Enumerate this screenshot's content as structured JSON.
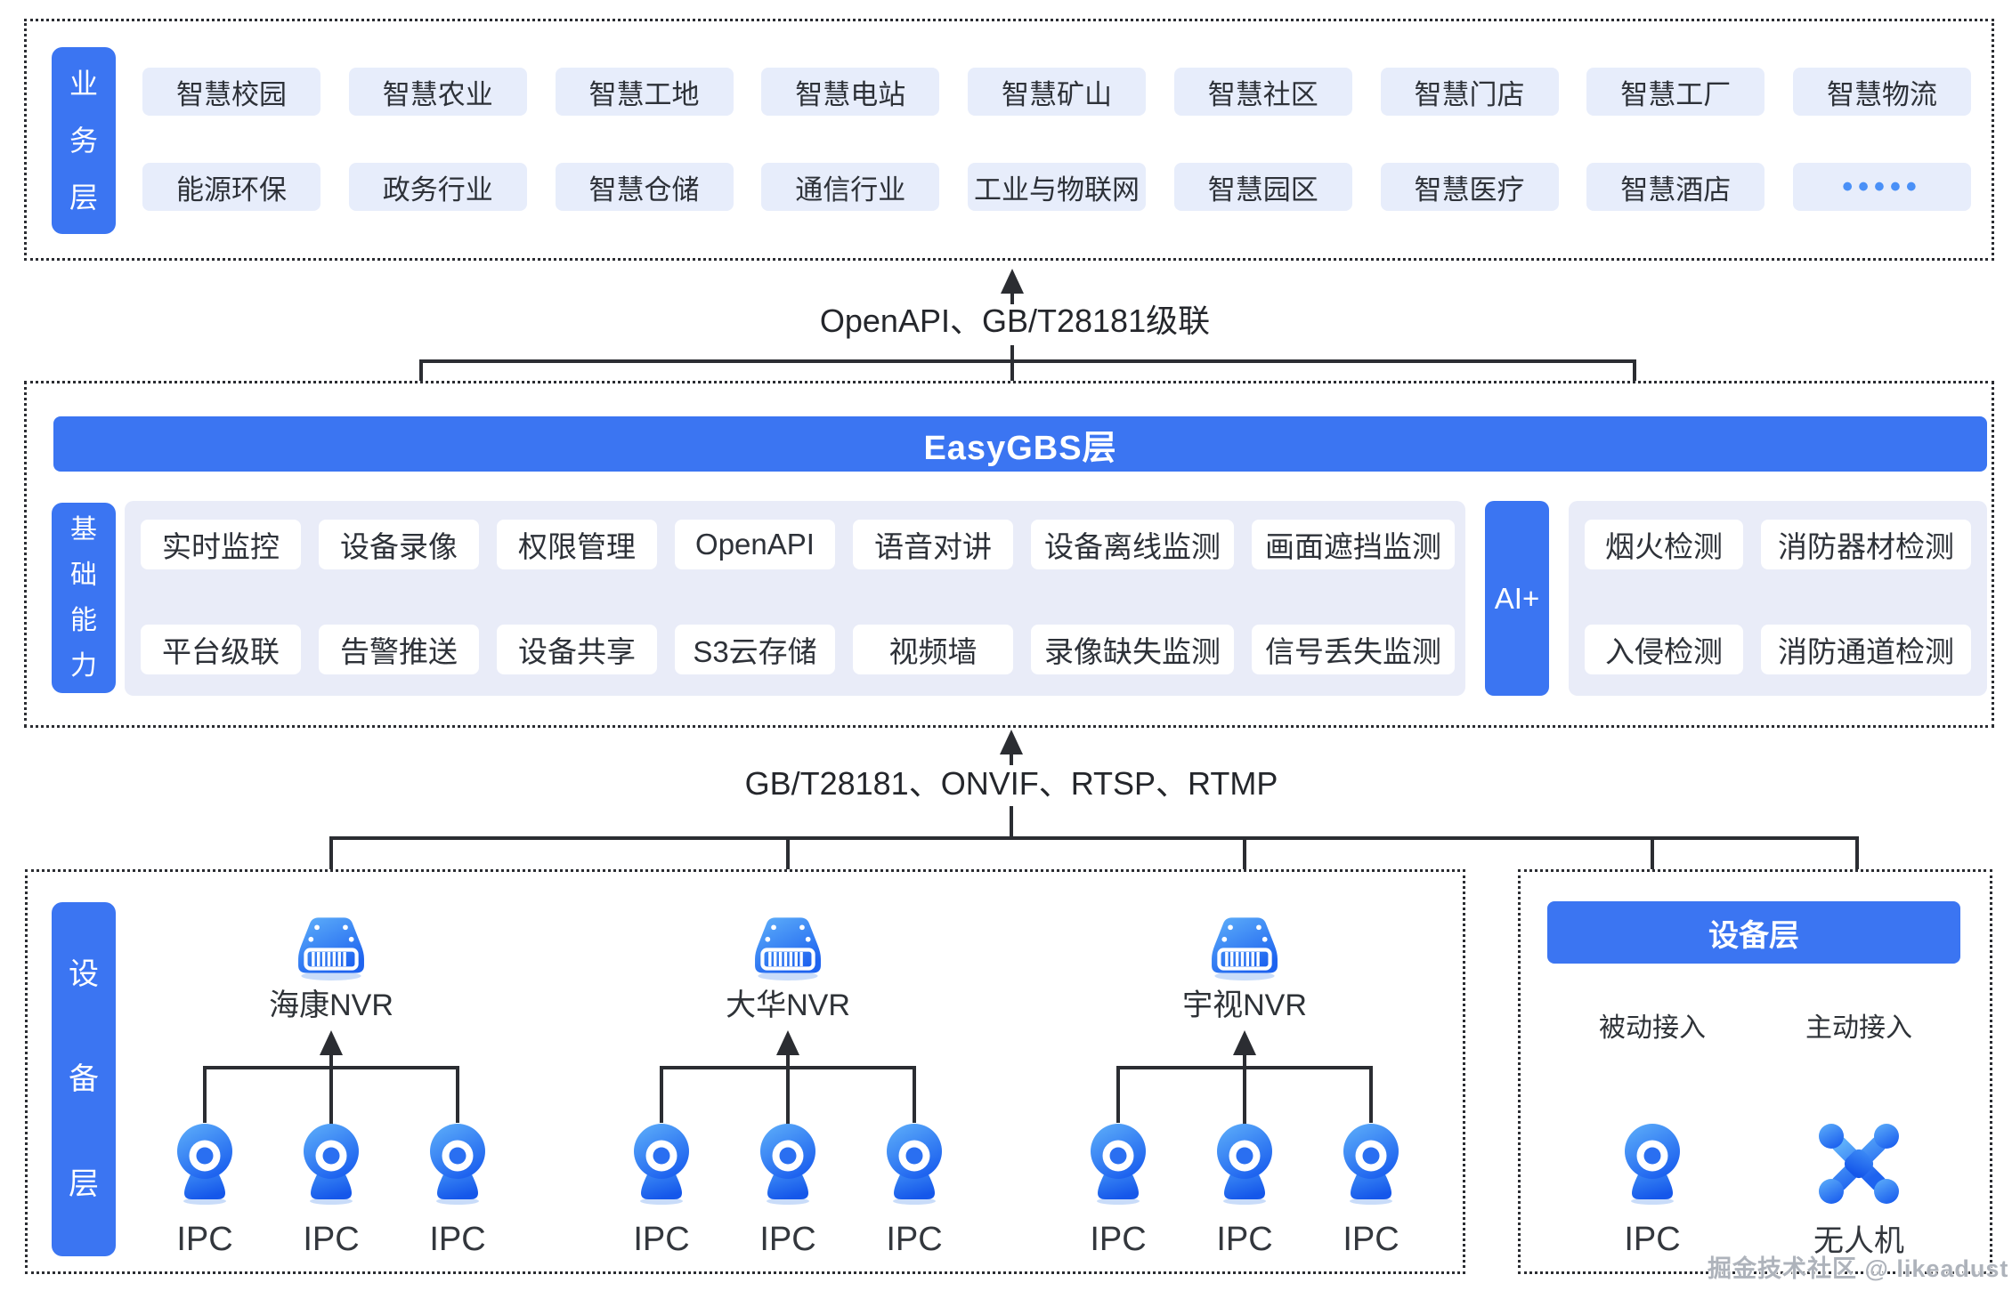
{
  "colors": {
    "accent_blue": "#3b75f2",
    "chip_bg": "#e7edfb",
    "panel_bg": "#e9ecf8",
    "line": "#2b2d32",
    "icon_blue_light": "#5fb0fa",
    "icon_blue_dark": "#1e63ef",
    "dots_blue": "#4a90f7"
  },
  "business": {
    "label": "业务层",
    "row1": [
      "智慧校园",
      "智慧农业",
      "智慧工地",
      "智慧电站",
      "智慧矿山",
      "智慧社区",
      "智慧门店",
      "智慧工厂",
      "智慧物流"
    ],
    "row2": [
      "能源环保",
      "政务行业",
      "智慧仓储",
      "通信行业",
      "工业与物联网",
      "智慧园区",
      "智慧医疗",
      "智慧酒店",
      "•••••"
    ]
  },
  "connector_top": {
    "label": "OpenAPI、GB/T28181级联"
  },
  "easygbs": {
    "banner": "EasyGBS层"
  },
  "capabilities": {
    "label": "基础能力",
    "row1": [
      "实时监控",
      "设备录像",
      "权限管理",
      "OpenAPI",
      "语音对讲",
      "设备离线监测",
      "画面遮挡监测"
    ],
    "row2": [
      "平台级联",
      "告警推送",
      "设备共享",
      "S3云存储",
      "视频墙",
      "录像缺失监测",
      "信号丢失监测"
    ]
  },
  "ai": {
    "label": "AI+",
    "row1": [
      "烟火检测",
      "消防器材检测"
    ],
    "row2": [
      "入侵检测",
      "消防通道检测"
    ]
  },
  "connector_bottom": {
    "label": "GB/T28181、ONVIF、RTSP、RTMP"
  },
  "device_layer": {
    "label": "设备层",
    "nvrs": [
      {
        "name": "海康NVR",
        "ipcs": [
          "IPC",
          "IPC",
          "IPC"
        ]
      },
      {
        "name": "大华NVR",
        "ipcs": [
          "IPC",
          "IPC",
          "IPC"
        ]
      },
      {
        "name": "宇视NVR",
        "ipcs": [
          "IPC",
          "IPC",
          "IPC"
        ]
      }
    ]
  },
  "access_panel": {
    "banner": "设备层",
    "passive_label": "被动接入",
    "active_label": "主动接入",
    "ipc_label": "IPC",
    "drone_label": "无人机"
  },
  "watermark": {
    "text": "掘金技术社区 @ likeadust"
  }
}
